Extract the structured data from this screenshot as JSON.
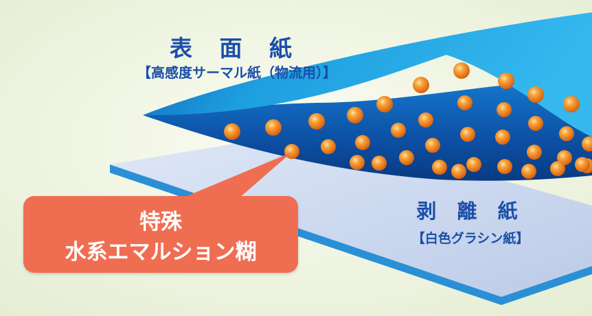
{
  "surface_paper": {
    "title": "表 面 紙",
    "subtitle": "【高感度サーマル紙（物流用）】"
  },
  "release_paper": {
    "title": "剥 離 紙",
    "subtitle": "【白色グラシン紙】"
  },
  "adhesive_callout": {
    "line1": "特殊",
    "line2": "水系エマルション糊"
  },
  "colors": {
    "background": "#eef3dc",
    "surface_paper": "#1ba6e3",
    "surface_paper_dark": "#0d3f8c",
    "release_paper": "#c7d5ee",
    "release_paper_edge": "#2b8fd6",
    "adhesive_dot": "#f28a1e",
    "callout": "#ef6e52",
    "label_text": "#1a4fa8"
  }
}
